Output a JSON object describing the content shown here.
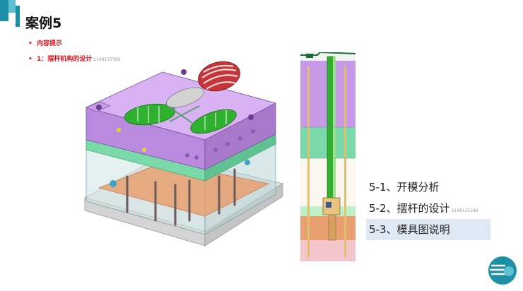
{
  "slide": {
    "title": "案例5",
    "bullets": [
      {
        "text": "内容提示"
      },
      {
        "text": "1：摆杆机构的设计",
        "watermark": "2148135589"
      }
    ]
  },
  "menu": {
    "items": [
      {
        "label": "5-1、开模分析",
        "watermark": ""
      },
      {
        "label": "5-2、摆杆的设计",
        "watermark": "2148135589"
      },
      {
        "label": "5-3、模具图说明",
        "watermark": ""
      }
    ],
    "active_index": 2
  },
  "colors": {
    "accent": "#1d8fa6",
    "accent_light": "#5fc1d3",
    "bullet_red": "#d9141b",
    "mold_purple": "#c79ae8",
    "mold_green": "#79d9a8",
    "mold_orange": "#e8a070",
    "part_green": "#2fb02f",
    "part_red": "#c4363a",
    "menu_highlight": "#dfe9f4"
  },
  "icons": [
    "brand-logo-icon"
  ]
}
